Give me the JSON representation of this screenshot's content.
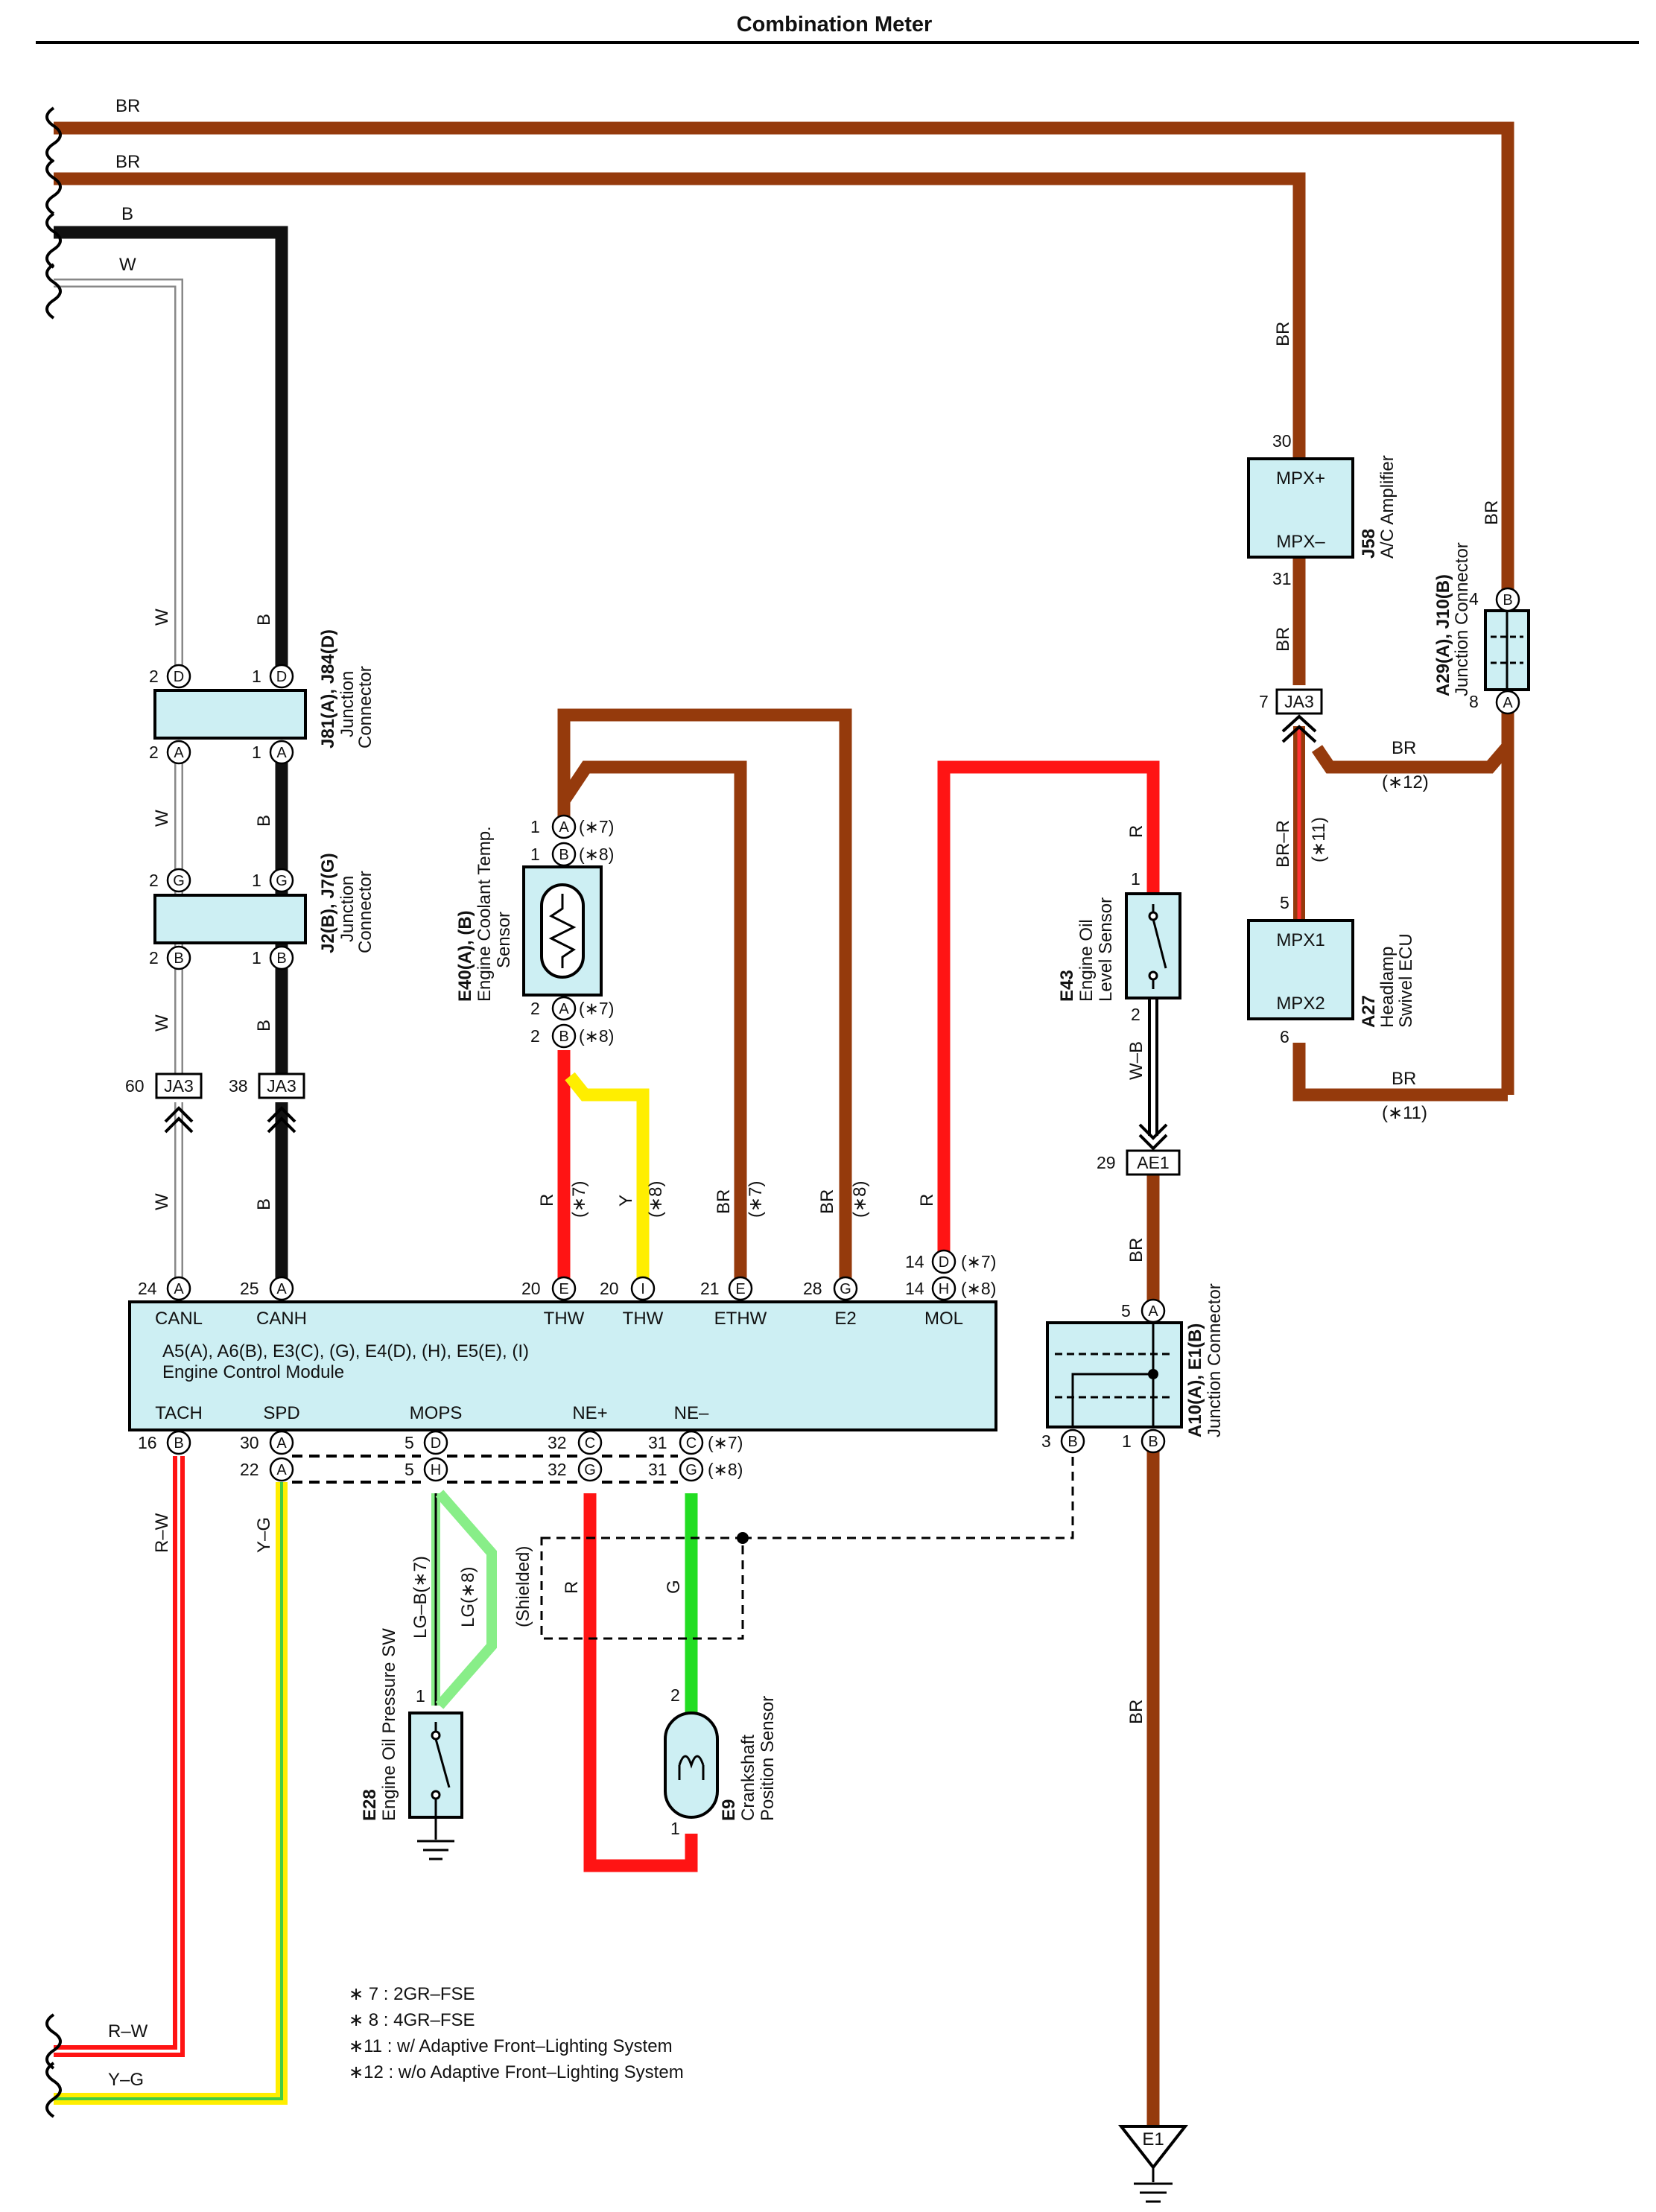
{
  "title": "Combination Meter",
  "colors": {
    "BR": "#953a0c",
    "B": "#111111",
    "W": "#ffffff",
    "R": "#ff1414",
    "Y": "#ffee00",
    "G": "#22dd22",
    "LG": "#88ee88",
    "connector_fill": "#cdeff3"
  },
  "wires": {
    "left_br1": "BR",
    "left_br2": "BR",
    "left_b": "B",
    "left_w": "W",
    "w1": "W",
    "b1": "B",
    "w2": "W",
    "b2": "B",
    "w3": "W",
    "b3": "B",
    "w4": "W",
    "b4": "B",
    "br_a": "BR",
    "br_b": "BR",
    "br_c": "BR",
    "br_c_note": "(∗12)",
    "brr": "BR–R",
    "brr_note": "(∗11)",
    "br_d": "BR",
    "br_d_note": "(∗11)",
    "br_e": "BR",
    "r_e43": "R",
    "wb": "W–B",
    "br_jc": "BR",
    "br_ground": "BR",
    "r_thw": "R",
    "r_thw_note": "(∗7)",
    "y_thw": "Y",
    "y_thw_note": "(∗8)",
    "br_ethw": "BR",
    "br_ethw_note": "(∗7)",
    "br_e2": "BR",
    "br_e2_note": "(∗8)",
    "r_mol": "R",
    "rw": "R–W",
    "yg": "Y–G",
    "lgb": "LG–B(∗7)",
    "lg": "LG(∗8)",
    "shielded": "(Shielded)",
    "r_ne": "R",
    "g_ne": "G",
    "bottom_rw": "R–W",
    "bottom_yg": "Y–G"
  },
  "connectors": {
    "j81": {
      "name": "J81(A), J84(D)",
      "desc1": "Junction",
      "desc2": "Connector"
    },
    "j2": {
      "name": "J2(B), J7(G)",
      "desc1": "Junction",
      "desc2": "Connector"
    },
    "ja3": "JA3",
    "ae1": "AE1",
    "j58": {
      "name": "J58",
      "desc": "A/C Amplifier",
      "t1": "MPX+",
      "t2": "MPX–"
    },
    "a29": {
      "name": "A29(A), J10(B)",
      "desc": "Junction Connector"
    },
    "a27": {
      "name": "A27",
      "desc1": "Headlamp",
      "desc2": "Swivel ECU",
      "t1": "MPX1",
      "t2": "MPX2"
    },
    "e40": {
      "name": "E40(A), (B)",
      "desc1": "Engine Coolant Temp.",
      "desc2": "Sensor"
    },
    "e43": {
      "name": "E43",
      "desc1": "Engine Oil",
      "desc2": "Level Sensor"
    },
    "a10": {
      "name": "A10(A), E1(B)",
      "desc": "Junction Connector"
    },
    "ecm": {
      "name": "A5(A), A6(B), E3(C), (G), E4(D), (H), E5(E), (I)",
      "desc": "Engine Control Module",
      "top_terms": [
        "CANL",
        "CANH",
        "THW",
        "THW",
        "ETHW",
        "E2",
        "MOL"
      ],
      "bottom_terms": [
        "TACH",
        "SPD",
        "MOPS",
        "NE+",
        "NE–"
      ]
    },
    "e28": {
      "name": "E28",
      "desc": "Engine Oil Pressure SW"
    },
    "e9": {
      "name": "E9",
      "desc1": "Crankshaft",
      "desc2": "Position Sensor"
    },
    "e1_ground": "E1"
  },
  "pins": {
    "j81_d2": "2",
    "j81_d2c": "D",
    "j81_d1": "1",
    "j81_d1c": "D",
    "j81_a2": "2",
    "j81_a2c": "A",
    "j81_a1": "1",
    "j81_a1c": "A",
    "j2_g2": "2",
    "j2_g2c": "G",
    "j2_g1": "1",
    "j2_g1c": "G",
    "j2_b2": "2",
    "j2_b2c": "B",
    "j2_b1": "1",
    "j2_b1c": "B",
    "ja3_60": "60",
    "ja3_38": "38",
    "ja3_7": "7",
    "ae1_29": "29",
    "j58_30": "30",
    "j58_31": "31",
    "a29_4": "4",
    "a29_4c": "B",
    "a29_8": "8",
    "a29_8c": "A",
    "a27_5": "5",
    "a27_6": "6",
    "e40_1a": "1",
    "e40_1ac": "A",
    "e40_1an": "(∗7)",
    "e40_1b": "1",
    "e40_1bc": "B",
    "e40_1bn": "(∗8)",
    "e40_2a": "2",
    "e40_2ac": "A",
    "e40_2an": "(∗7)",
    "e40_2b": "2",
    "e40_2bc": "B",
    "e40_2bn": "(∗8)",
    "e43_1": "1",
    "e43_2": "2",
    "a10_5": "5",
    "a10_5c": "A",
    "a10_3": "3",
    "a10_3c": "B",
    "a10_1": "1",
    "a10_1c": "B",
    "ecm_24": "24",
    "ecm_24c": "A",
    "ecm_25": "25",
    "ecm_25c": "A",
    "ecm_20e": "20",
    "ecm_20ec": "E",
    "ecm_20i": "20",
    "ecm_20ic": "I",
    "ecm_21": "21",
    "ecm_21c": "E",
    "ecm_28": "28",
    "ecm_28c": "G",
    "ecm_14d": "14",
    "ecm_14dc": "D",
    "ecm_14dn": "(∗7)",
    "ecm_14h": "14",
    "ecm_14hc": "H",
    "ecm_14hn": "(∗8)",
    "ecm_16": "16",
    "ecm_16c": "B",
    "ecm_30": "30",
    "ecm_30c": "A",
    "ecm_22": "22",
    "ecm_22c": "A",
    "ecm_5d": "5",
    "ecm_5dc": "D",
    "ecm_5h": "5",
    "ecm_5hc": "H",
    "ecm_32c": "32",
    "ecm_32cc": "C",
    "ecm_32g": "32",
    "ecm_32gc": "G",
    "ecm_31c": "31",
    "ecm_31cc": "C",
    "ecm_31cn": "(∗7)",
    "ecm_31g": "31",
    "ecm_31gc": "G",
    "ecm_31gn": "(∗8)",
    "e28_1": "1",
    "e9_2": "2",
    "e9_1": "1"
  },
  "notes": [
    "∗ 7 : 2GR–FSE",
    "∗ 8 : 4GR–FSE",
    "∗11 : w/ Adaptive Front–Lighting System",
    "∗12 : w/o Adaptive Front–Lighting System"
  ]
}
